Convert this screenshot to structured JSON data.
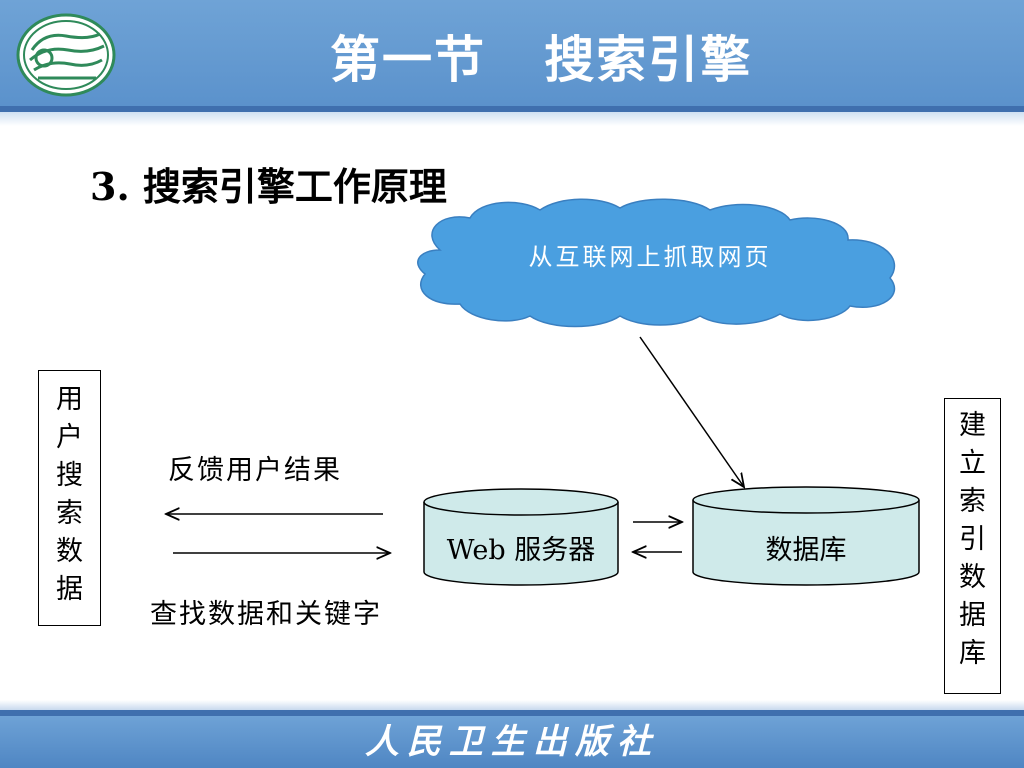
{
  "header": {
    "title": "第一节   搜索引擎"
  },
  "heading": "3. 搜索引擎工作原理",
  "cloud_text": "从互联网上抓取网页",
  "left_box": "用户搜索数据",
  "right_box": "建立索引数据库",
  "feedback_label": "反馈用户结果",
  "query_label": "查找数据和关键字",
  "web_server_label": "Web 服务器",
  "database_label": "数据库",
  "footer": {
    "publisher": "人民卫生出版社"
  },
  "colors": {
    "header_blue": "#5b92cc",
    "cloud_blue": "#4a9fe0",
    "cylinder_fill": "#cfeaea"
  }
}
